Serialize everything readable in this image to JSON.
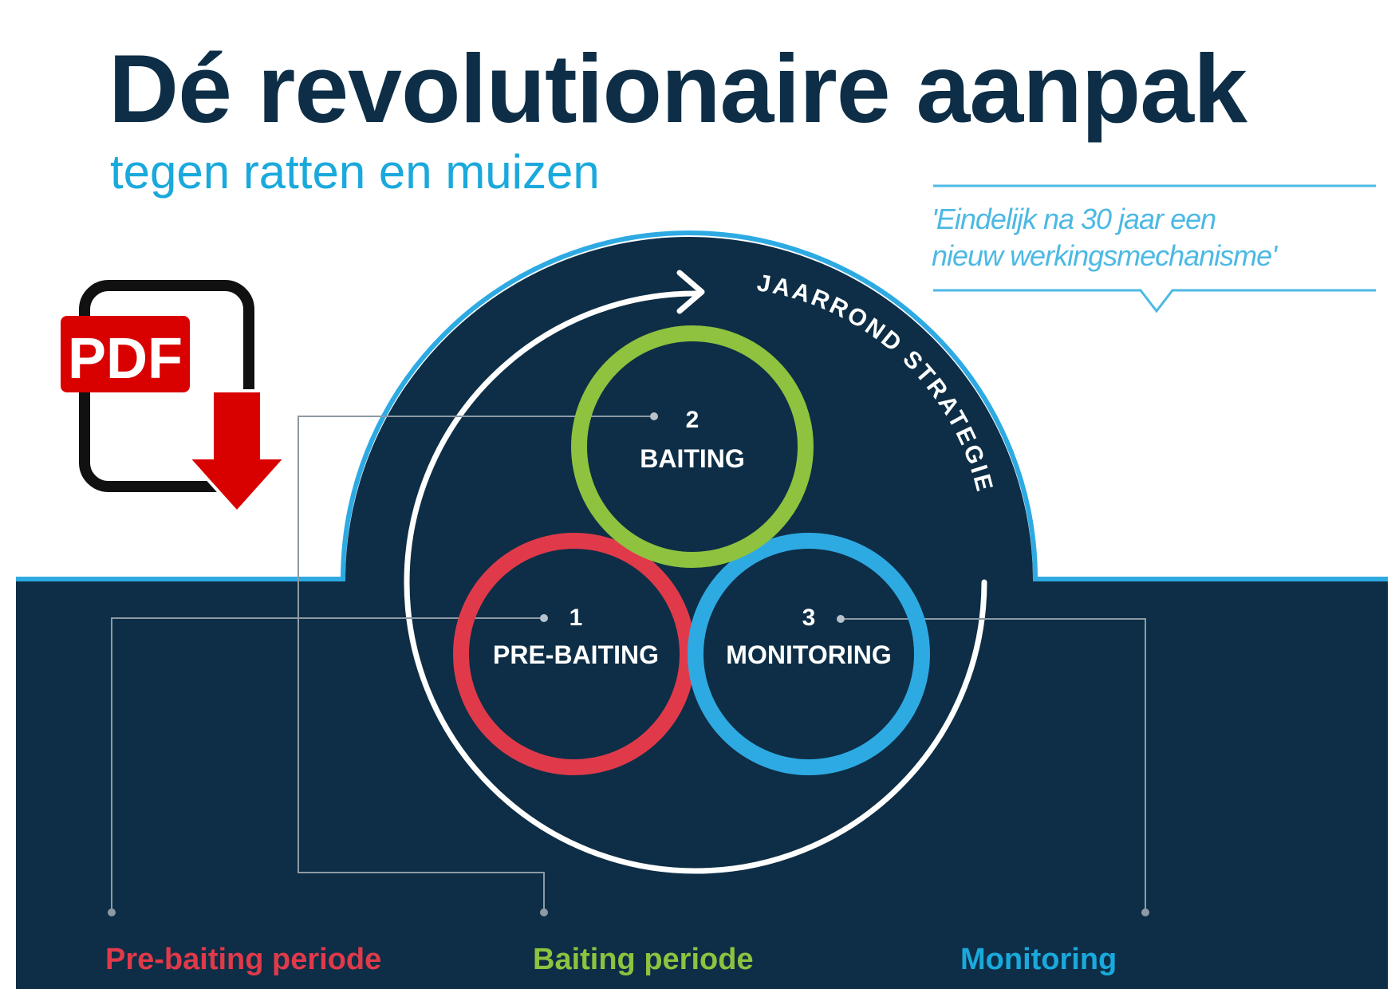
{
  "header": {
    "title": "Dé revolutionaire aanpak",
    "subtitle": "tegen ratten en muizen"
  },
  "quote": {
    "line1": "'Eindelijk na 30 jaar een",
    "line2": "nieuw werkingsmechanisme'"
  },
  "cycle": {
    "arc_label": "JAARROND STRATEGIE",
    "steps": [
      {
        "number": "1",
        "label": "PRE-BAITING",
        "color": "#e03a4a"
      },
      {
        "number": "2",
        "label": "BAITING",
        "color": "#8ec23f"
      },
      {
        "number": "3",
        "label": "MONITORING",
        "color": "#2eaae3"
      }
    ]
  },
  "sections": {
    "pre_baiting_title": "Pre-baiting periode",
    "baiting_title": "Baiting periode",
    "monitoring_title": "Monitoring"
  },
  "pdf_badge": {
    "label": "PDF",
    "icon": "pdf-download-icon",
    "color": "#d90000"
  },
  "colors": {
    "navy": "#0d2e46",
    "accent_blue": "#1aa9dc"
  }
}
